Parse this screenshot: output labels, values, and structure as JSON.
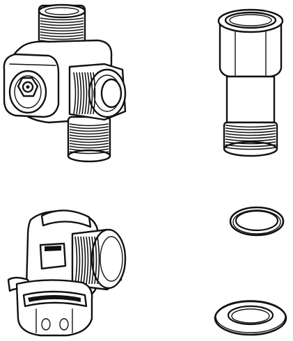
{
  "illustration": {
    "parts": [
      {
        "name": "three-way-tee-fitting",
        "icon": "tee-valve-icon"
      },
      {
        "name": "extension-nipple",
        "icon": "straight-connector-icon"
      },
      {
        "name": "elbow-fitting-with-clamp",
        "icon": "elbow-fitting-icon"
      },
      {
        "name": "small-o-ring",
        "icon": "o-ring-icon"
      },
      {
        "name": "flat-washer",
        "icon": "washer-icon"
      }
    ]
  }
}
